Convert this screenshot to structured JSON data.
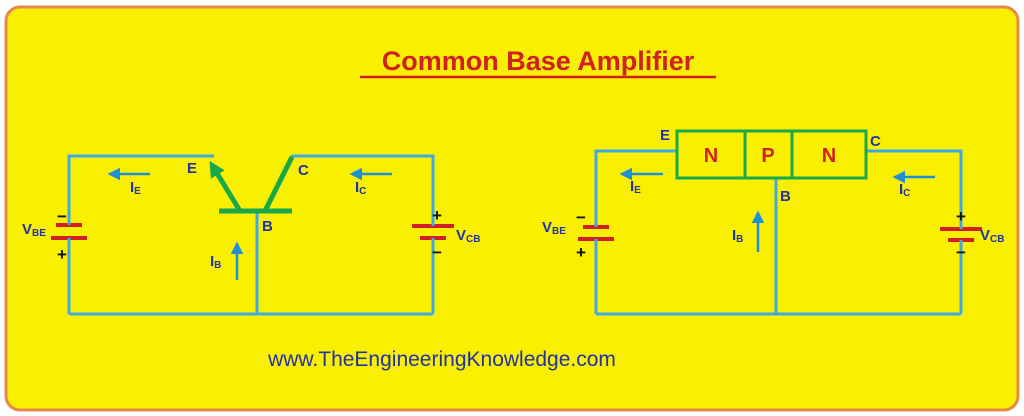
{
  "title": "Common Base Amplifier",
  "website": "www.TheEngineeringKnowledge.com",
  "colors": {
    "background": "#f8f000",
    "frame": "#e8894a",
    "wire": "#3fa9e6",
    "transistor": "#19a84a",
    "battery": "#d21f26",
    "label": "#2233a0",
    "title": "#d21f26"
  },
  "left_circuit": {
    "emitter_label": "E",
    "collector_label": "C",
    "base_label": "B",
    "emitter_current": {
      "main": "I",
      "sub": "E"
    },
    "collector_current": {
      "main": "I",
      "sub": "C"
    },
    "base_current": {
      "main": "I",
      "sub": "B"
    },
    "vbe": {
      "main": "V",
      "sub": "BE",
      "top_sign": "−",
      "bottom_sign": "+"
    },
    "vcb": {
      "main": "V",
      "sub": "CB",
      "top_sign": "+",
      "bottom_sign": "−"
    }
  },
  "right_circuit": {
    "regions": [
      "N",
      "P",
      "N"
    ],
    "emitter_label": "E",
    "collector_label": "C",
    "base_label": "B",
    "emitter_current": {
      "main": "I",
      "sub": "E"
    },
    "collector_current": {
      "main": "I",
      "sub": "C"
    },
    "base_current": {
      "main": "I",
      "sub": "B"
    },
    "vbe": {
      "main": "V",
      "sub": "BE",
      "top_sign": "−",
      "bottom_sign": "+"
    },
    "vcb": {
      "main": "V",
      "sub": "CB",
      "top_sign": "+",
      "bottom_sign": "−"
    }
  }
}
